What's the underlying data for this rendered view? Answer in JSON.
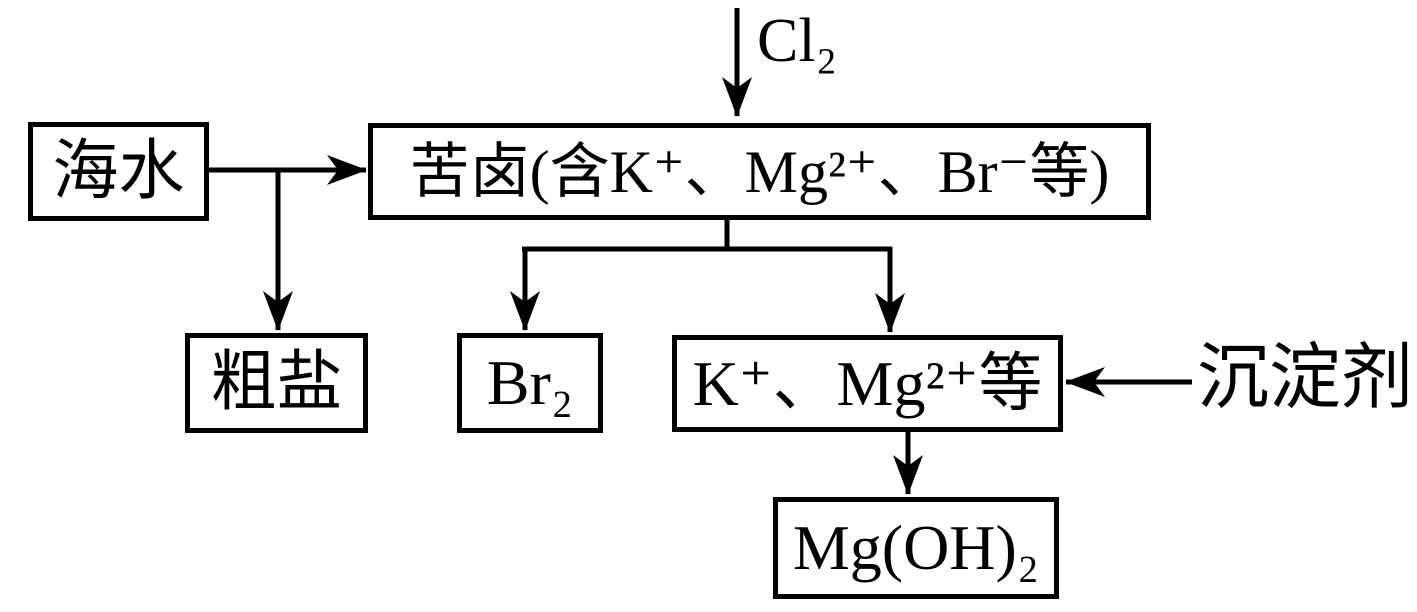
{
  "nodes": {
    "seawater": {
      "label": "海水"
    },
    "bittern": {
      "label": "苦卤(含K⁺、Mg²⁺、Br⁻等)"
    },
    "crude_salt": {
      "label": "粗盐"
    },
    "bromine": {
      "label": "Br₂"
    },
    "k_mg_ions": {
      "label": "K⁺、Mg²⁺等"
    },
    "magnesium_hydroxide": {
      "label": "Mg(OH)₂"
    }
  },
  "edge_labels": {
    "chlorine": "Cl₂",
    "precipitant": "沉淀剂"
  },
  "colors": {
    "line": "#000000",
    "background": "#ffffff"
  }
}
